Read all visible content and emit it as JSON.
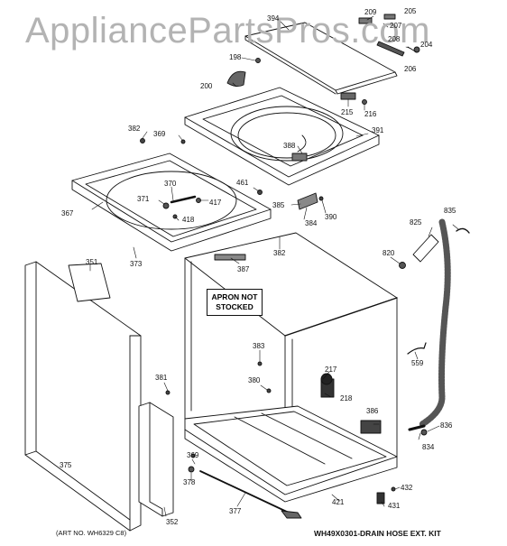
{
  "watermark": "AppliancePartsPros.com",
  "note_box": {
    "line1": "APRON NOT",
    "line2": "STOCKED"
  },
  "art_number": "(ART NO. WH6329 C8)",
  "kit_label": "WH49X0301-DRAIN HOSE EXT. KIT",
  "callouts": [
    {
      "id": "c394",
      "text": "394"
    },
    {
      "id": "c209",
      "text": "209"
    },
    {
      "id": "c205",
      "text": "205"
    },
    {
      "id": "c207",
      "text": "207"
    },
    {
      "id": "c208",
      "text": "208"
    },
    {
      "id": "c204",
      "text": "204"
    },
    {
      "id": "c206",
      "text": "206"
    },
    {
      "id": "c198",
      "text": "198"
    },
    {
      "id": "c200",
      "text": "200"
    },
    {
      "id": "c215",
      "text": "215"
    },
    {
      "id": "c216",
      "text": "216"
    },
    {
      "id": "c382a",
      "text": "382"
    },
    {
      "id": "c369a",
      "text": "369"
    },
    {
      "id": "c391",
      "text": "391"
    },
    {
      "id": "c388",
      "text": "388"
    },
    {
      "id": "c370",
      "text": "370"
    },
    {
      "id": "c461",
      "text": "461"
    },
    {
      "id": "c371",
      "text": "371"
    },
    {
      "id": "c417",
      "text": "417"
    },
    {
      "id": "c418",
      "text": "418"
    },
    {
      "id": "c367",
      "text": "367"
    },
    {
      "id": "c385",
      "text": "385"
    },
    {
      "id": "c384",
      "text": "384"
    },
    {
      "id": "c390",
      "text": "390"
    },
    {
      "id": "c825",
      "text": "825"
    },
    {
      "id": "c835",
      "text": "835"
    },
    {
      "id": "c382b",
      "text": "382"
    },
    {
      "id": "c373",
      "text": "373"
    },
    {
      "id": "c387",
      "text": "387"
    },
    {
      "id": "c820",
      "text": "820"
    },
    {
      "id": "c351",
      "text": "351"
    },
    {
      "id": "c383",
      "text": "383"
    },
    {
      "id": "c559",
      "text": "559"
    },
    {
      "id": "c381",
      "text": "381"
    },
    {
      "id": "c217",
      "text": "217"
    },
    {
      "id": "c380",
      "text": "380"
    },
    {
      "id": "c218",
      "text": "218"
    },
    {
      "id": "c386",
      "text": "386"
    },
    {
      "id": "c836",
      "text": "836"
    },
    {
      "id": "c834",
      "text": "834"
    },
    {
      "id": "c375",
      "text": "375"
    },
    {
      "id": "c369b",
      "text": "369"
    },
    {
      "id": "c378",
      "text": "378"
    },
    {
      "id": "c432",
      "text": "432"
    },
    {
      "id": "c421",
      "text": "421"
    },
    {
      "id": "c431",
      "text": "431"
    },
    {
      "id": "c377",
      "text": "377"
    },
    {
      "id": "c352",
      "text": "352"
    }
  ]
}
